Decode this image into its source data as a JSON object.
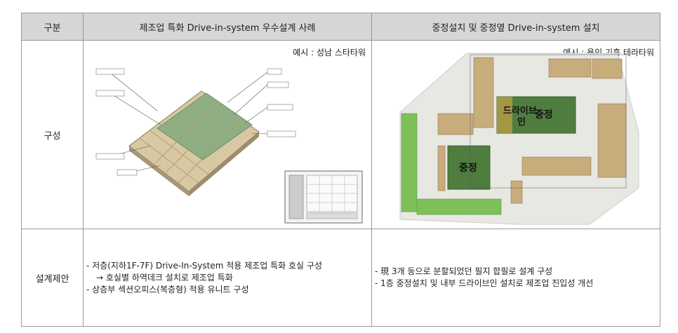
{
  "table": {
    "headers": {
      "category": "구분",
      "left": "제조업 특화 Drive-in-system 우수설계 사례",
      "right": "중정설치 및 중정옆 Drive-in-system 설치"
    },
    "rows": {
      "config_label": "구성",
      "design_label": "설계제안"
    }
  },
  "left_example": {
    "caption": "예시 : 성남 스타타워"
  },
  "right_example": {
    "caption": "예시 : 용인 기흥 테라타워",
    "drive_in_label_1": "드라이브",
    "drive_in_label_2": "인",
    "courtyard_label_main": "중정",
    "courtyard_label_secondary": "중정"
  },
  "left_proposal": {
    "line1": "- 저층(지하1F-7F) Drive-In-System 적용 제조업 특화 호실 구성",
    "line2": "→  호실별 하역데크 설치로 제조업 특화",
    "line3": "- 상층부 섹션오피스(복층형) 적용 유니트 구성"
  },
  "right_proposal": {
    "line1": "- 現 3개 동으로 분할되었던 필지 합필로 설계 구성",
    "line2": "- 1층 중정설치 및 내부 드라이브인 설치로 제조업 진입성 개선"
  },
  "colors": {
    "header_bg": "#d6d6d6",
    "courtyard_green": "#4f7d3f",
    "unit_tan": "#c8ac7c",
    "green_roof": "#7fbf5a"
  }
}
